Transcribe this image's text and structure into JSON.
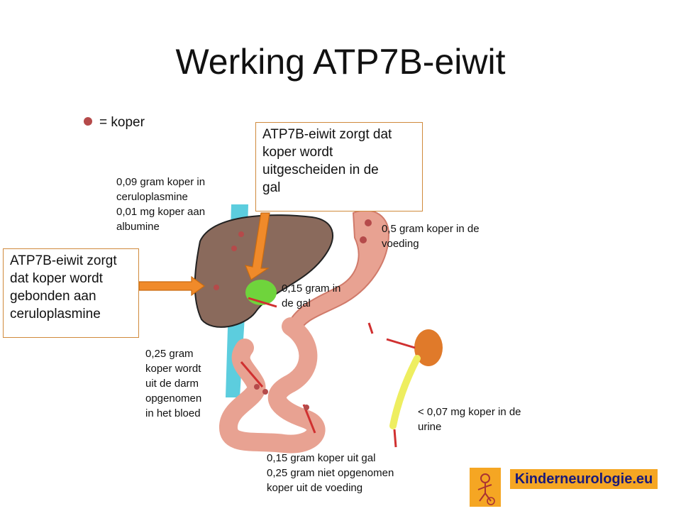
{
  "title": "Werking ATP7B-eiwit",
  "legend": {
    "symbol_color": "#b54a4a",
    "label": "= koper"
  },
  "boxes": {
    "bile_excretion": "ATP7B-eiwit zorgt dat\nkoper wordt\nuitgescheiden in de\ngal",
    "ceruloplasmin_binding": "ATP7B-eiwit zorgt\ndat koper wordt\ngebonden aan\nceruloplasmine"
  },
  "labels": {
    "blood": "0,09 gram koper in\nceruloplasmine\n0,01 mg koper aan\nalbumine",
    "diet": "0,5 gram koper in de\nvoeding",
    "bile": "0,15 gram in\nde gal",
    "absorbed": "0,25 gram\nkoper wordt\nuit de darm\nopgenomen\nin het bloed",
    "urine": "< 0,07 mg koper in de\nurine",
    "feces": "0,15 gram koper uit gal\n0,25 gram niet opgenomen\nkoper uit de voeding"
  },
  "brand": {
    "text": "Kinderneurologie.eu",
    "background": "#f5a623",
    "text_color": "#1a1a7a",
    "icon": "child-figure-icon"
  },
  "colors": {
    "arrow": "#f08a2a",
    "liver": "#8a6a5c",
    "gallbladder": "#6fd43c",
    "vessel": "#40c4d8",
    "intestine": "#e8a292",
    "kidney": "#e07a2a",
    "ureter": "#eeee60",
    "copper": "#b54a4a",
    "flow": "#d03030"
  }
}
